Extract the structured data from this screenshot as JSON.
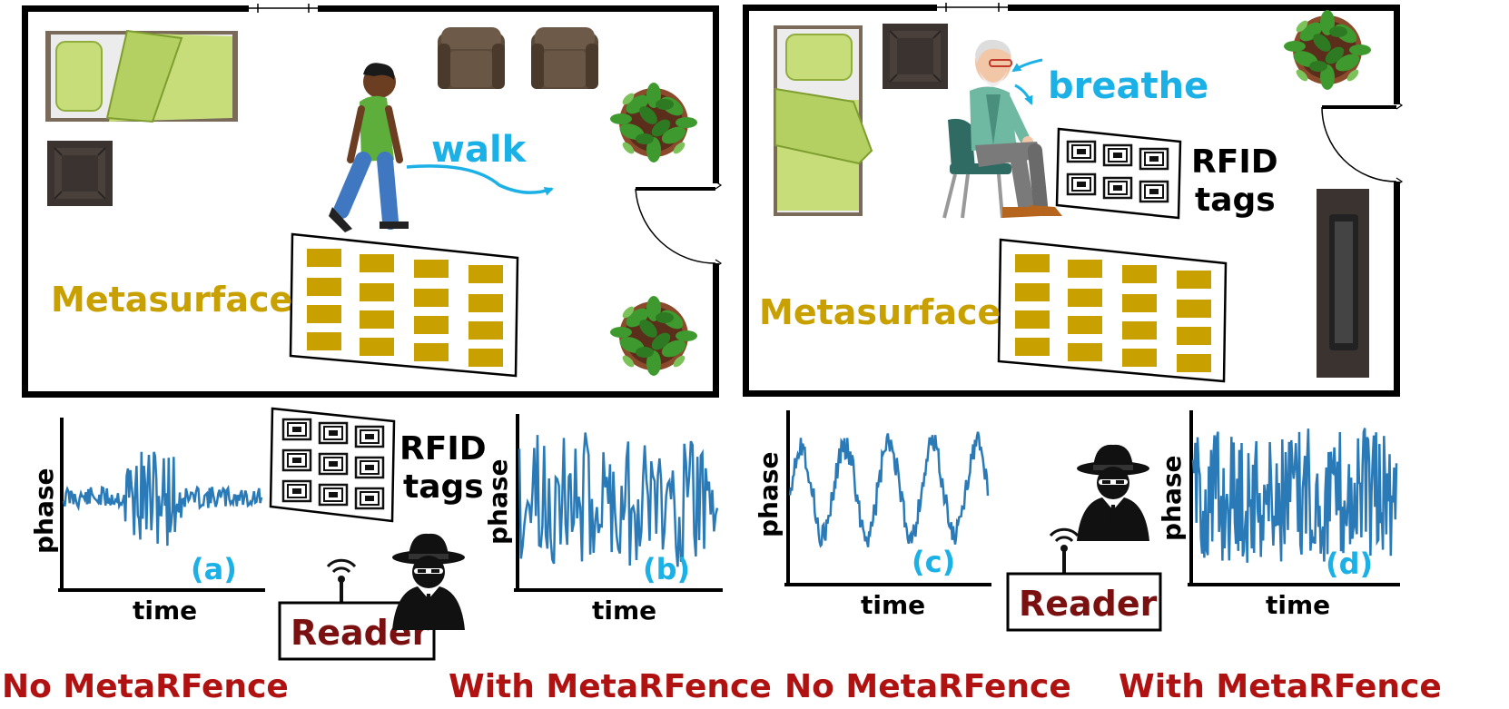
{
  "left_scene": {
    "metasurface_label": "Metasurface",
    "action_label": "walk"
  },
  "right_scene": {
    "metasurface_label": "Metasurface",
    "action_label": "breathe",
    "rfid_label_line1": "RFID",
    "rfid_label_line2": "tags"
  },
  "bottom_left": {
    "rfid_label_line1": "RFID",
    "rfid_label_line2": "tags",
    "reader_label": "Reader",
    "caption_no": "No MetaRFence",
    "caption_with": "With MetaRFence"
  },
  "bottom_right": {
    "reader_label": "Reader",
    "caption_no": "No MetaRFence",
    "caption_with": "With MetaRFence"
  },
  "plots": [
    {
      "id": "a",
      "letter": "(a)",
      "xlabel": "time",
      "ylabel": "phase"
    },
    {
      "id": "b",
      "letter": "(b)",
      "xlabel": "time",
      "ylabel": "phase"
    },
    {
      "id": "c",
      "letter": "(c)",
      "xlabel": "time",
      "ylabel": "phase"
    },
    {
      "id": "d",
      "letter": "(d)",
      "xlabel": "time",
      "ylabel": "phase"
    }
  ],
  "colors": {
    "gold": "#C8A000",
    "cyan": "#1BB0E6",
    "dark_red": "#B01111",
    "reader_red": "#7A1010",
    "signal_blue": "#2A7AB8",
    "wall": "#000000"
  },
  "icons": [
    "bed-icon",
    "nightstand-icon",
    "armchair-icon",
    "plant-icon",
    "door-icon",
    "person-walking-icon",
    "elderly-person-icon",
    "chair-icon",
    "tv-icon",
    "spy-icon",
    "antenna-icon",
    "rfid-tag-icon",
    "metasurface-icon"
  ]
}
